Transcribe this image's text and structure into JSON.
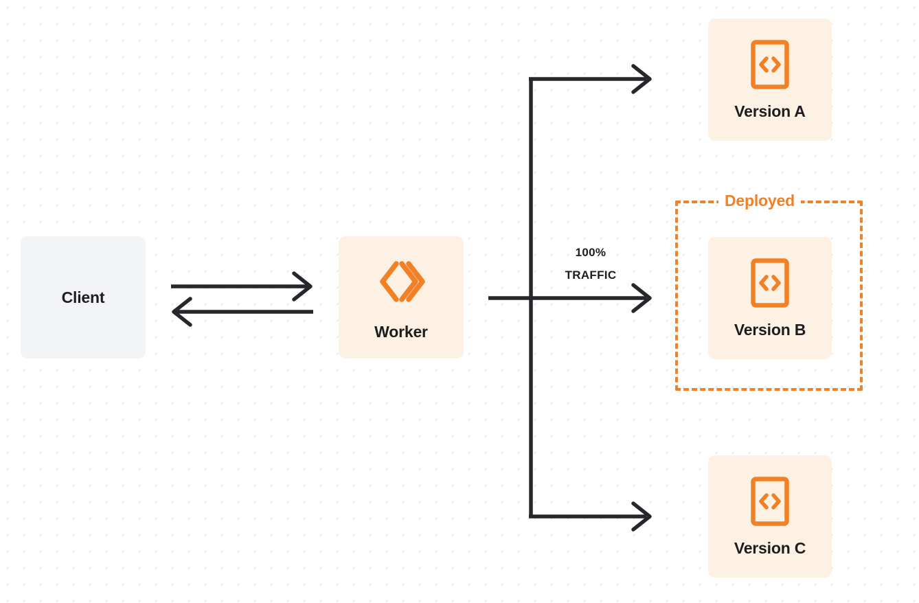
{
  "diagram": {
    "title": "Cloudflare Worker version traffic routing",
    "background": {
      "color": "#ffffff",
      "dot_color": "#e9e9ea",
      "dot_spacing": 24
    },
    "colors": {
      "orange": "#f08127",
      "orange_soft_bg": "#fdf1e3",
      "gray_bg": "#f3f4f6",
      "line": "#26262b",
      "text": "#1d1d1f"
    }
  },
  "nodes": {
    "client": {
      "label": "Client",
      "bg": "#f3f4f6"
    },
    "worker": {
      "label": "Worker",
      "icon": "cloudflare-workers-logo",
      "bg": "#fdf1e3"
    },
    "version_a": {
      "label": "Version A",
      "icon": "code-brackets-icon",
      "bg": "#fdf1e3"
    },
    "version_b": {
      "label": "Version B",
      "icon": "code-brackets-icon",
      "bg": "#fdf1e3"
    },
    "version_c": {
      "label": "Version C",
      "icon": "code-brackets-icon",
      "bg": "#fdf1e3"
    }
  },
  "deployed_frame": {
    "label": "Deployed",
    "style": "dashed",
    "color": "#f08127",
    "wraps": "Version B"
  },
  "traffic": {
    "percent": "100%",
    "unit": "TRAFFIC",
    "routed_to": "Version B"
  },
  "connectors": [
    {
      "name": "client-to-worker",
      "direction": "right",
      "from": "Client",
      "to": "Worker"
    },
    {
      "name": "worker-to-client",
      "direction": "left",
      "from": "Worker",
      "to": "Client"
    },
    {
      "name": "worker-to-version-a",
      "direction": "right",
      "from": "Worker",
      "to": "Version A"
    },
    {
      "name": "worker-to-version-b",
      "direction": "right",
      "from": "Worker",
      "to": "Version B"
    },
    {
      "name": "worker-to-version-c",
      "direction": "right",
      "from": "Worker",
      "to": "Version C"
    }
  ]
}
